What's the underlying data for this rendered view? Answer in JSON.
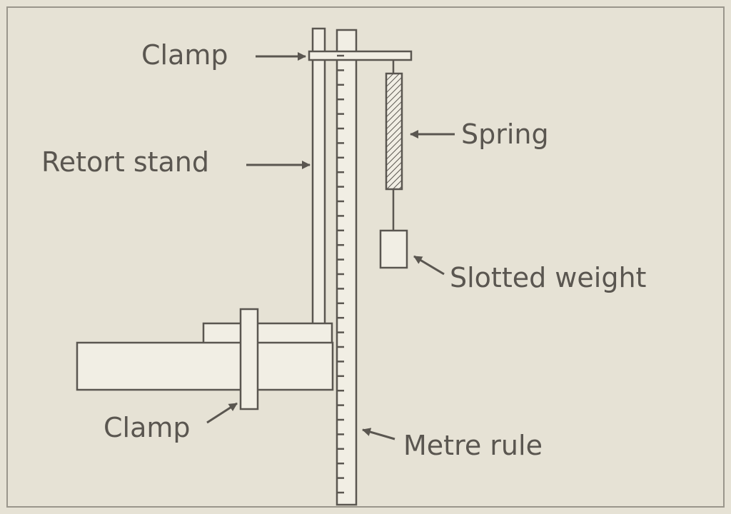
{
  "labels": {
    "clamp_top": "Clamp",
    "retort_stand": "Retort stand",
    "spring": "Spring",
    "slotted_weight": "Slotted weight",
    "clamp_bottom": "Clamp",
    "metre_rule": "Metre rule"
  },
  "colors": {
    "background": "#e6e2d5",
    "ink": "#5a5650",
    "fill": "#f1eee4"
  },
  "ruler": {
    "tick_count": 31
  }
}
